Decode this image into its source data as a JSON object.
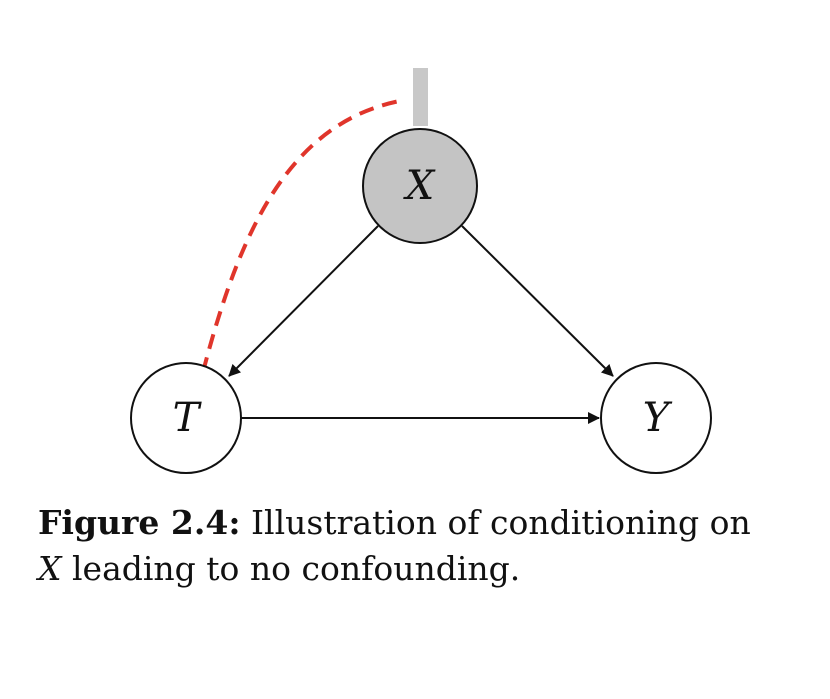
{
  "diagram": {
    "nodes": [
      {
        "id": "X",
        "label": "X",
        "conditioned": true
      },
      {
        "id": "T",
        "label": "T",
        "conditioned": false
      },
      {
        "id": "Y",
        "label": "Y",
        "conditioned": false
      }
    ],
    "edges": [
      {
        "from": "X",
        "to": "T",
        "style": "solid"
      },
      {
        "from": "X",
        "to": "Y",
        "style": "solid"
      },
      {
        "from": "T",
        "to": "Y",
        "style": "solid"
      }
    ],
    "blocked_path": {
      "from": "T",
      "style": "dashed",
      "color": "#e0352b",
      "blocker_color": "#c8c8c8"
    },
    "colors": {
      "conditioned_fill": "#c4c4c4",
      "node_fill": "#ffffff",
      "stroke": "#111111"
    }
  },
  "caption": {
    "label": "Figure 2.4:",
    "text": " Illustration of conditioning on",
    "var": "X",
    "text2": " leading to no confounding."
  }
}
